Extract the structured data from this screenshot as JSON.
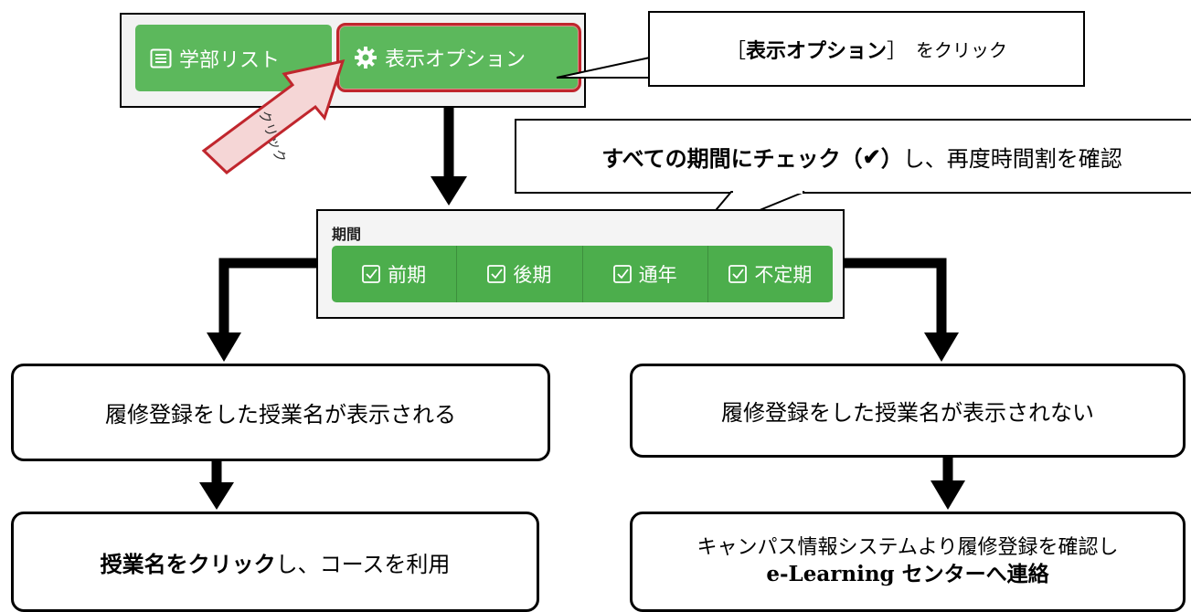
{
  "toolbar": {
    "list_button_label": "学部リスト",
    "options_button_label": "表示オプション"
  },
  "click_arrow_label": "クリック",
  "callout_options": {
    "bracket_open": "［",
    "bold_text": "表示オプション",
    "bracket_close": "］",
    "rest": "をクリック"
  },
  "callout_check": {
    "part1": "すべての",
    "part2": "期間",
    "part3": "にチェック（",
    "check": "✔",
    "part4": "）",
    "part5": "し、再度時間割を確認"
  },
  "period_panel": {
    "label": "期間",
    "buttons": [
      {
        "label": "前期"
      },
      {
        "label": "後期"
      },
      {
        "label": "通年"
      },
      {
        "label": "不定期"
      }
    ]
  },
  "boxes": {
    "left_result": "履修登録をした授業名が表示される",
    "right_result": "履修登録をした授業名が表示されない",
    "left_action_bold": "授業名をクリック",
    "left_action_rest": "し、コースを利用",
    "right_action_line1": "キャンパス情報システムより履修登録を確認し",
    "right_action_line2_bold": "e-Learning センターへ連絡"
  },
  "colors": {
    "button_green": "#5cb85c",
    "highlight_red": "#c0262d",
    "arrow_fill": "#f5d6d6"
  }
}
